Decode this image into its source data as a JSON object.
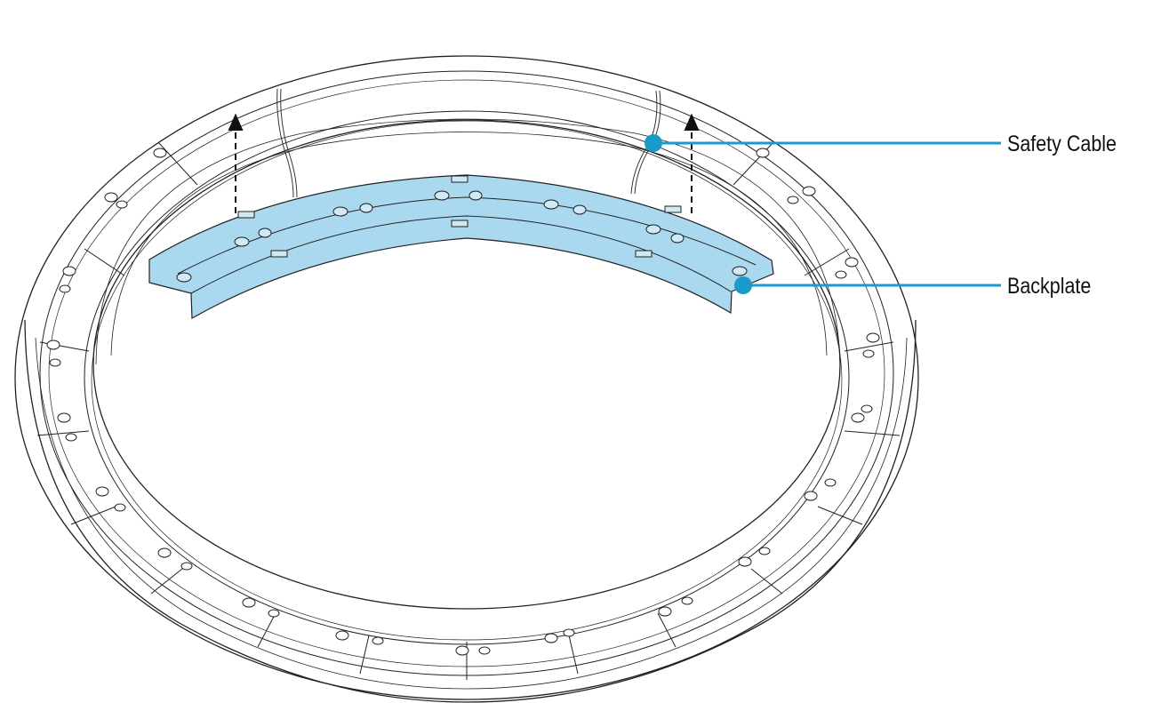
{
  "callouts": [
    {
      "id": "safety-cable",
      "label": "Safety Cable"
    },
    {
      "id": "backplate",
      "label": "Backplate"
    }
  ],
  "colors": {
    "highlight_fill": "#a9d8ef",
    "callout_line": "#1a9bcc",
    "callout_dot": "#1a9bcc",
    "line_art": "#222222"
  }
}
